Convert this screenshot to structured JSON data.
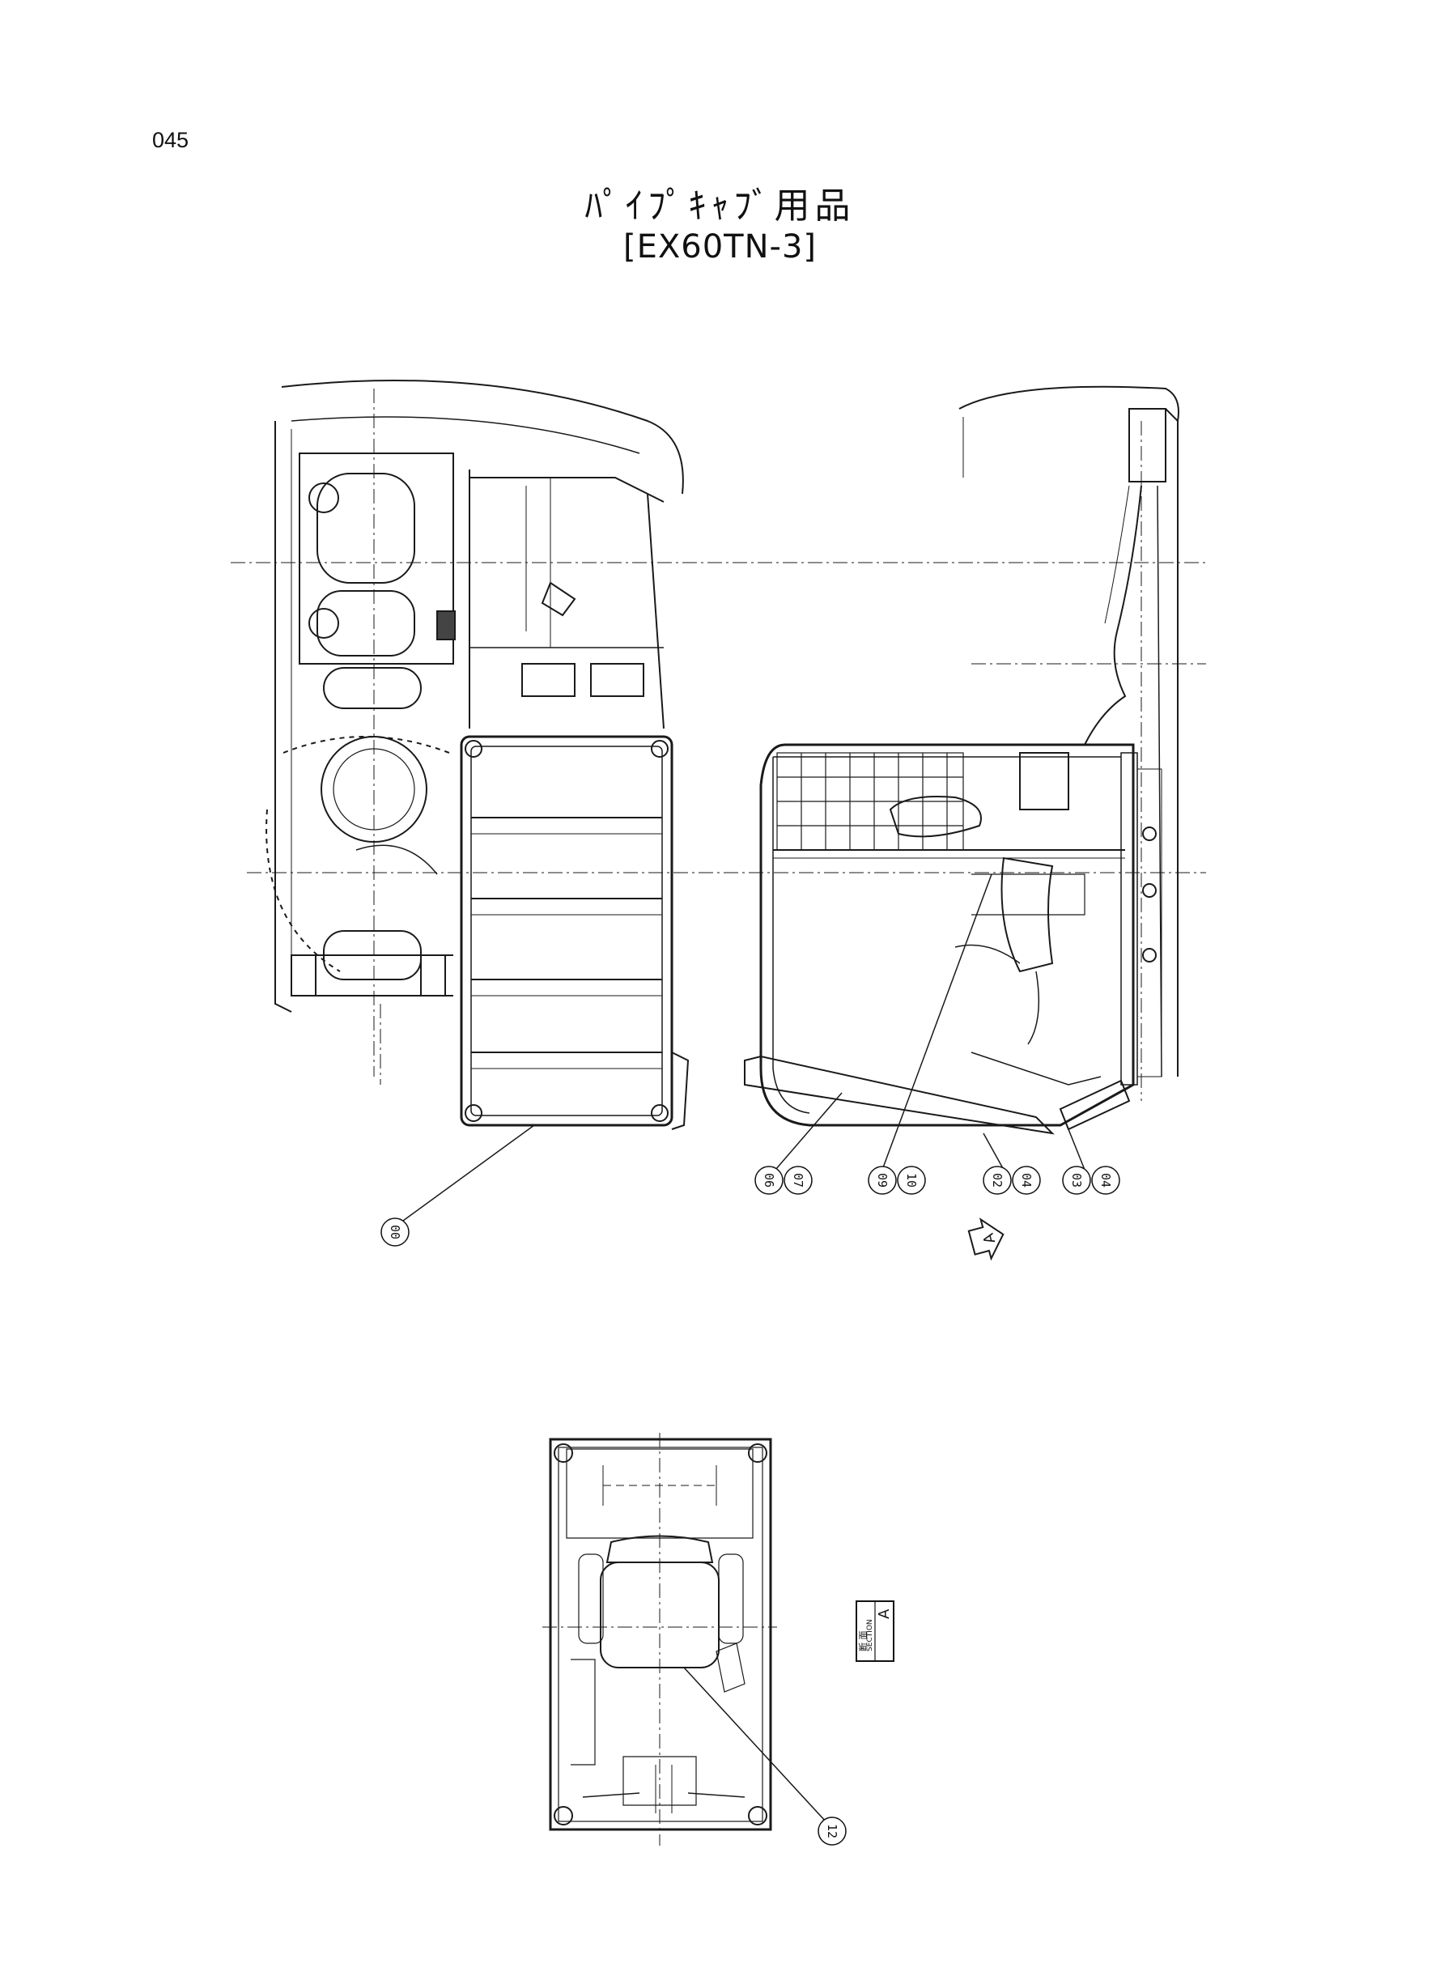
{
  "page_number": "045",
  "title": "ﾊﾟｲﾌﾟｷｬﾌﾞ用品",
  "subtitle": "[EX60TN-3]",
  "callouts": [
    "00",
    "06",
    "07",
    "09",
    "10",
    "02",
    "04",
    "03",
    "04",
    "12"
  ],
  "view_arrow_label": "A",
  "section_label": {
    "kanji": "断 面",
    "text": "SECTION",
    "letter": "A"
  }
}
